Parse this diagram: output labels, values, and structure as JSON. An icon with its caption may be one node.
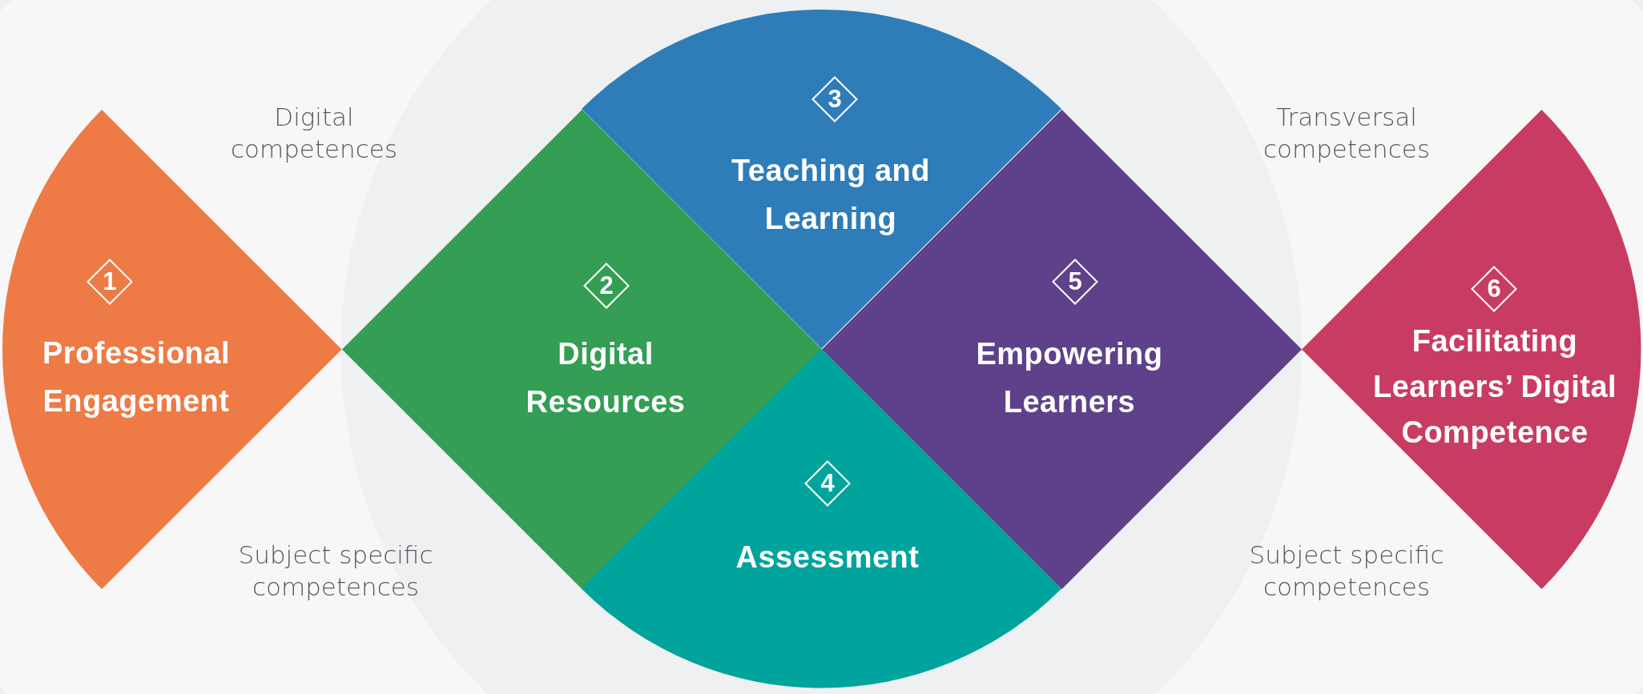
{
  "diagram": {
    "nodes": [
      {
        "text": [
          "1",
          "Professional Engagement"
        ]
      },
      {
        "text": [
          "2",
          "Digital Resources"
        ]
      },
      {
        "text": [
          "3",
          "Teaching and Learning"
        ]
      },
      {
        "text": [
          "4",
          "Assessment"
        ]
      },
      {
        "text": [
          "5",
          "Empowering Learners"
        ]
      },
      {
        "text": [
          "6",
          "Facilitating Learners’ Digital Competence"
        ]
      }
    ],
    "labels": [
      "Digital competences",
      "Transversal competences",
      "Subject specific competences",
      "Subject specific competences"
    ]
  }
}
